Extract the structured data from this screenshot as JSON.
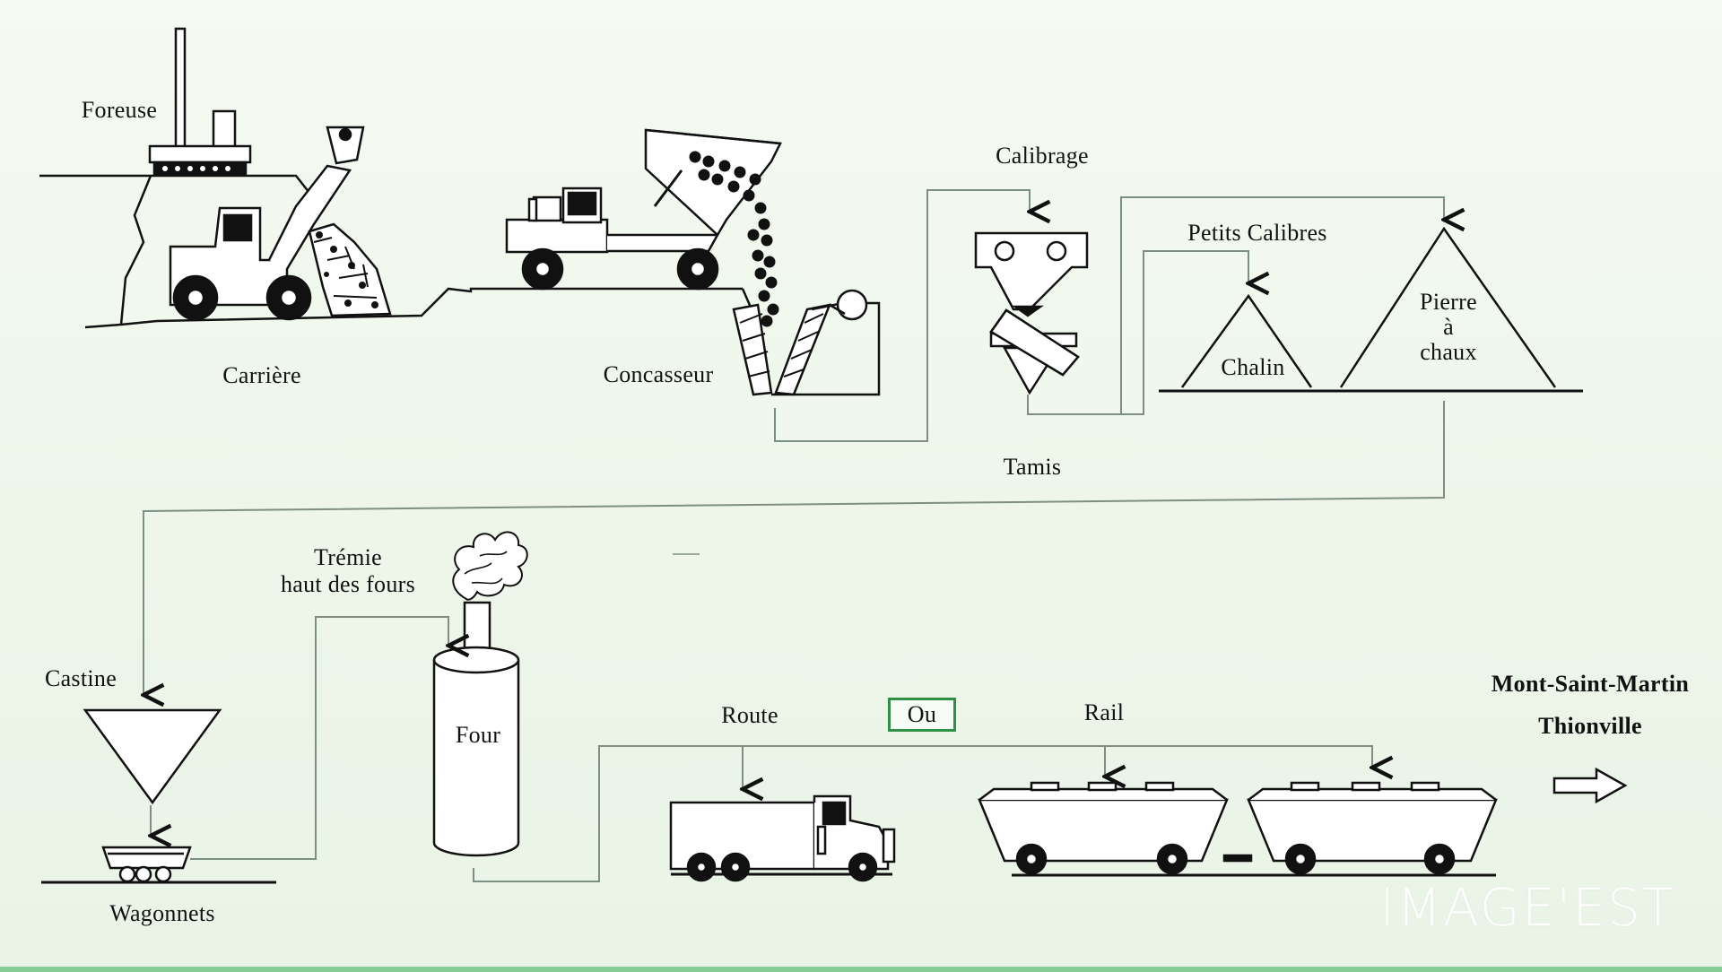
{
  "diagram": {
    "labels": {
      "foreuse": "Foreuse",
      "carriere": "Carrière",
      "concasseur": "Concasseur",
      "calibrage": "Calibrage",
      "tamis": "Tamis",
      "petits_calibres": "Petits Calibres",
      "chalin": "Chalin",
      "pierre_a_chaux": "Pierre\nà\nchaux",
      "castine": "Castine",
      "wagonnets": "Wagonnets",
      "tremie": "Trémie\nhaut des fours",
      "four": "Four",
      "route": "Route",
      "ou": "Ou",
      "rail": "Rail",
      "destination_1": "Mont-Saint-Martin",
      "destination_2": "Thionville"
    },
    "colors": {
      "background": "#f1f8ef",
      "ink": "#111111",
      "accent_green": "#2f8f44",
      "frame": "#86cc94",
      "watermark": "#ffffff"
    },
    "watermark": "IMAGE'EST"
  }
}
